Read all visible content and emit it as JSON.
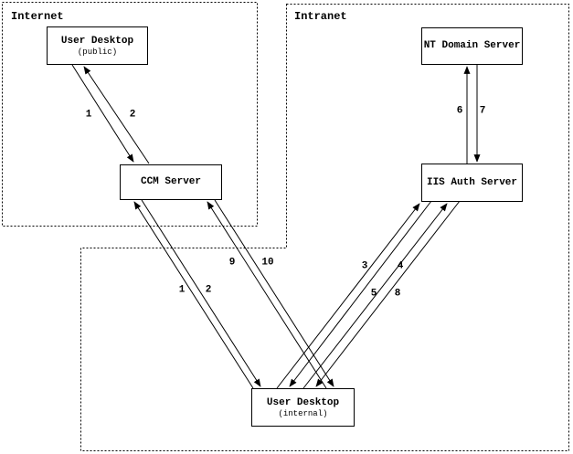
{
  "diagram": {
    "colors": {
      "line": "#000000",
      "background": "#ffffff"
    },
    "zones": {
      "internet": {
        "label": "Internet"
      },
      "intranet": {
        "label": "Intranet"
      }
    },
    "nodes": {
      "user_desktop_public": {
        "title": "User Desktop",
        "subtitle": "(public)",
        "zone": "Internet"
      },
      "ccm_server": {
        "title": "CCM Server",
        "zone": "Internet"
      },
      "nt_domain_server": {
        "title": "NT Domain Server",
        "zone": "Intranet"
      },
      "iis_auth_server": {
        "title": "IIS Auth Server",
        "zone": "Intranet"
      },
      "user_desktop_internal": {
        "title": "User Desktop",
        "subtitle": "(internal)",
        "zone": "Intranet"
      }
    },
    "steps": {
      "p1": "1",
      "p2": "2",
      "i1": "1",
      "i2": "2",
      "n3": "3",
      "n4": "4",
      "n5": "5",
      "n6": "6",
      "n7": "7",
      "n8": "8",
      "n9": "9",
      "n10": "10"
    },
    "edges": [
      {
        "label": "1",
        "from": "User Desktop (public)",
        "to": "CCM Server"
      },
      {
        "label": "2",
        "from": "CCM Server",
        "to": "User Desktop (public)"
      },
      {
        "label": "1",
        "from": "User Desktop (internal)",
        "to": "CCM Server"
      },
      {
        "label": "2",
        "from": "CCM Server",
        "to": "User Desktop (internal)"
      },
      {
        "label": "3",
        "from": "User Desktop (internal)",
        "to": "IIS Auth Server"
      },
      {
        "label": "4",
        "from": "IIS Auth Server",
        "to": "User Desktop (internal)"
      },
      {
        "label": "5",
        "from": "User Desktop (internal)",
        "to": "IIS Auth Server"
      },
      {
        "label": "6",
        "from": "IIS Auth Server",
        "to": "NT Domain Server"
      },
      {
        "label": "7",
        "from": "NT Domain Server",
        "to": "IIS Auth Server"
      },
      {
        "label": "8",
        "from": "IIS Auth Server",
        "to": "User Desktop (internal)"
      },
      {
        "label": "9",
        "from": "User Desktop (internal)",
        "to": "CCM Server"
      },
      {
        "label": "10",
        "from": "CCM Server",
        "to": "User Desktop (internal)"
      }
    ]
  }
}
